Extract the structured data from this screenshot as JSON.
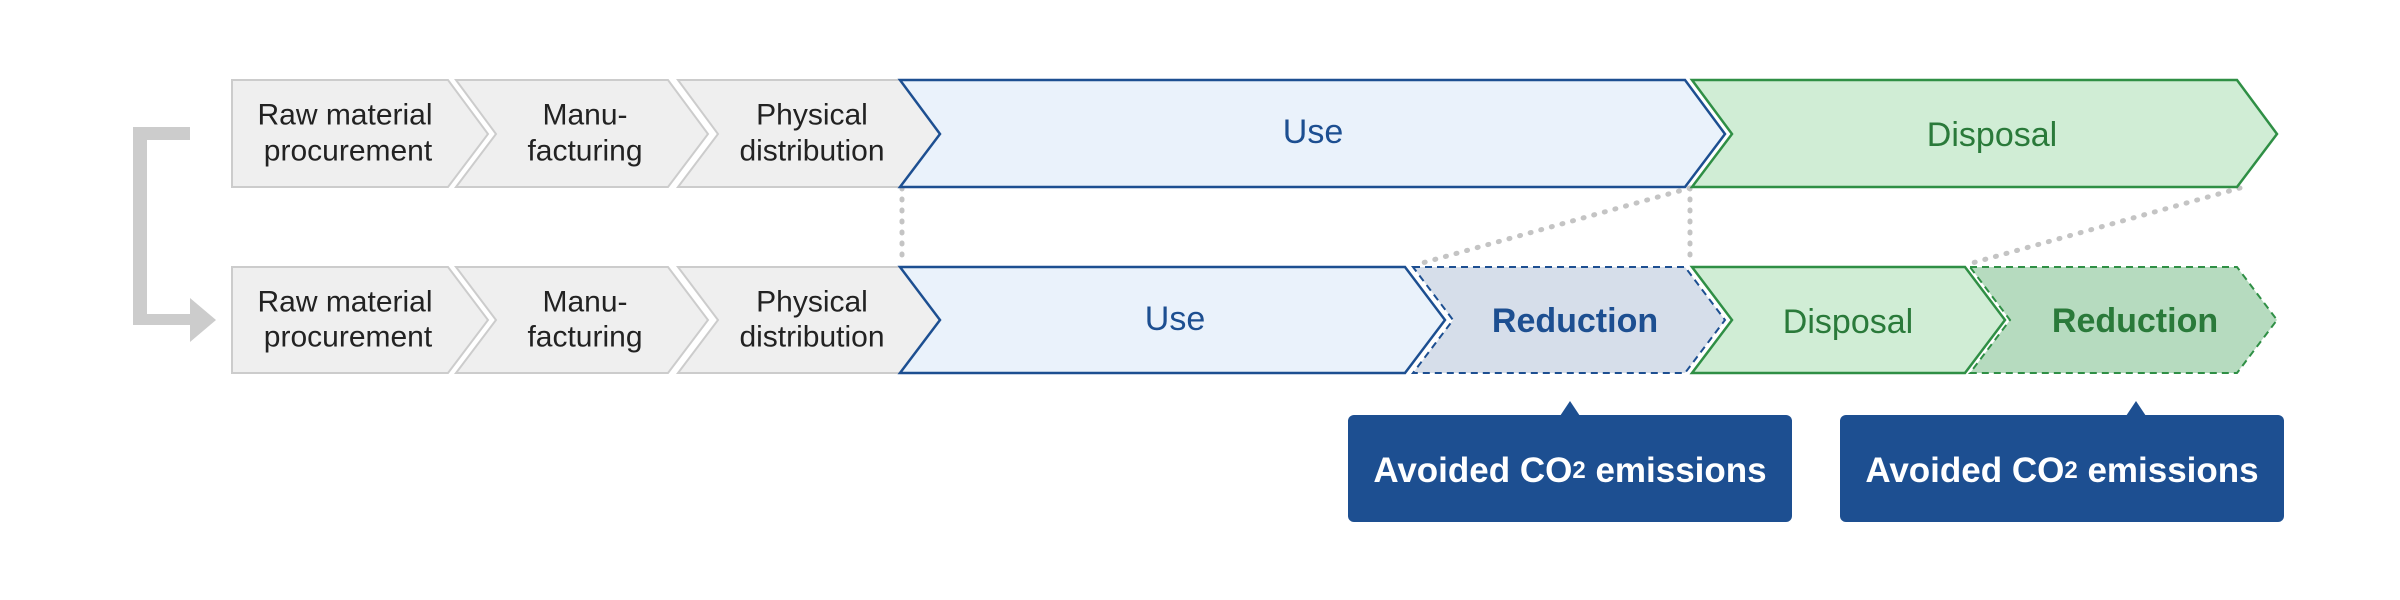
{
  "top_row": {
    "raw_material": [
      "Raw material",
      "procurement"
    ],
    "manufacturing": [
      "Manu-",
      "facturing"
    ],
    "distribution": [
      "Physical",
      "distribution"
    ],
    "use": "Use",
    "disposal": "Disposal"
  },
  "bottom_row": {
    "raw_material": [
      "Raw material",
      "procurement"
    ],
    "manufacturing": [
      "Manu-",
      "facturing"
    ],
    "distribution": [
      "Physical",
      "distribution"
    ],
    "use": "Use",
    "use_reduction": "Reduction",
    "disposal": "Disposal",
    "disposal_reduction": "Reduction"
  },
  "callouts": {
    "use_callout": {
      "prefix": "Avoided CO",
      "subscript": "2",
      "suffix": " emissions"
    },
    "disposal_callout": {
      "prefix": "Avoided CO",
      "subscript": "2",
      "suffix": " emissions"
    }
  },
  "colors": {
    "gray_fill": "#efefef",
    "gray_stroke": "#cccccc",
    "blue_fill": "#eaf2fb",
    "blue_stroke": "#1d4f91",
    "blue_reduction_fill": "#d6deea",
    "green_fill": "#d0edd5",
    "green_stroke": "#2f8f45",
    "green_reduction_fill": "#b6dbbf",
    "callout_fill": "#1d4f91",
    "arrow_gray": "#cccccc",
    "dotted_gray": "#c4c4c4"
  }
}
